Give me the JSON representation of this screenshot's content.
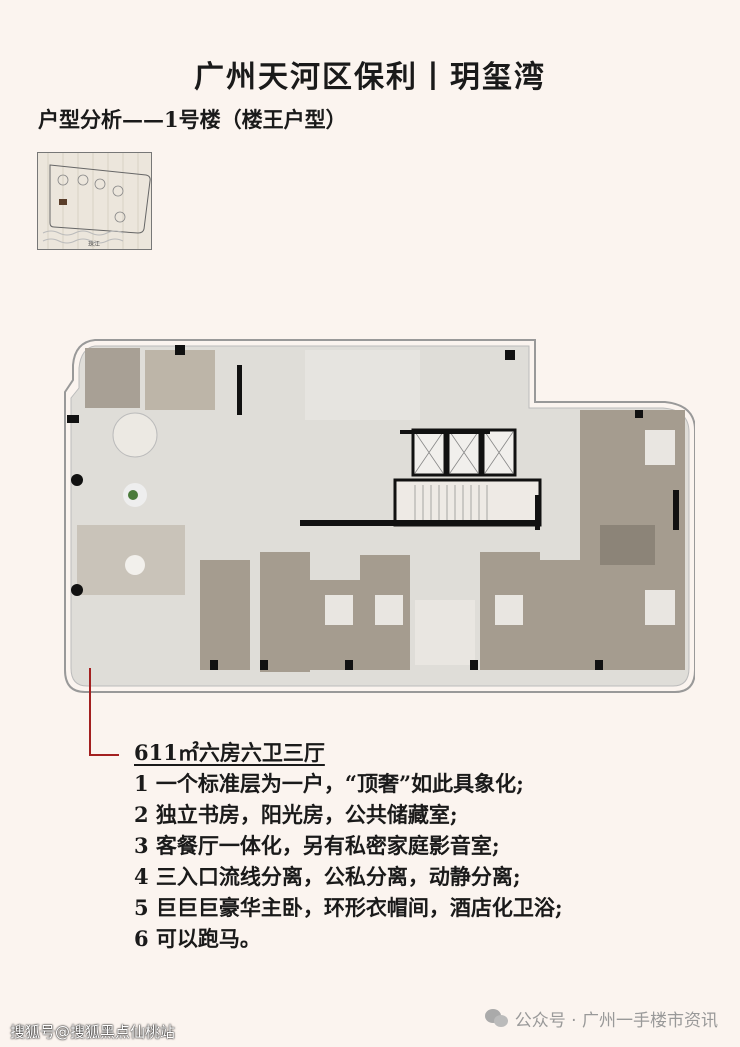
{
  "header": {
    "title": "广州天河区保利丨玥玺湾",
    "subtitle": "户型分析——1号楼（楼王户型）"
  },
  "site_plan": {
    "river_label": "珠江"
  },
  "features": {
    "heading": "611㎡六房六卫三厅",
    "items": [
      "1 一个标准层为一户，“顶奢”如此具象化;",
      "2 独立书房，阳光房，公共储藏室;",
      "3 客餐厅一体化，另有私密家庭影音室;",
      "4 三入口流线分离，公私分离，动静分离;",
      "5 巨巨巨豪华主卧，环形衣帽间，酒店化卫浴;",
      "6 可以跑马。"
    ]
  },
  "footer": {
    "watermark": "搜狐号@搜狐黑点仙桃站",
    "source": "公众号 · 广州一手楼市资讯"
  },
  "colors": {
    "background": "#fbf4ef",
    "accent": "#a32020",
    "floor": "#dcdad5",
    "room": "#a59c8f"
  }
}
